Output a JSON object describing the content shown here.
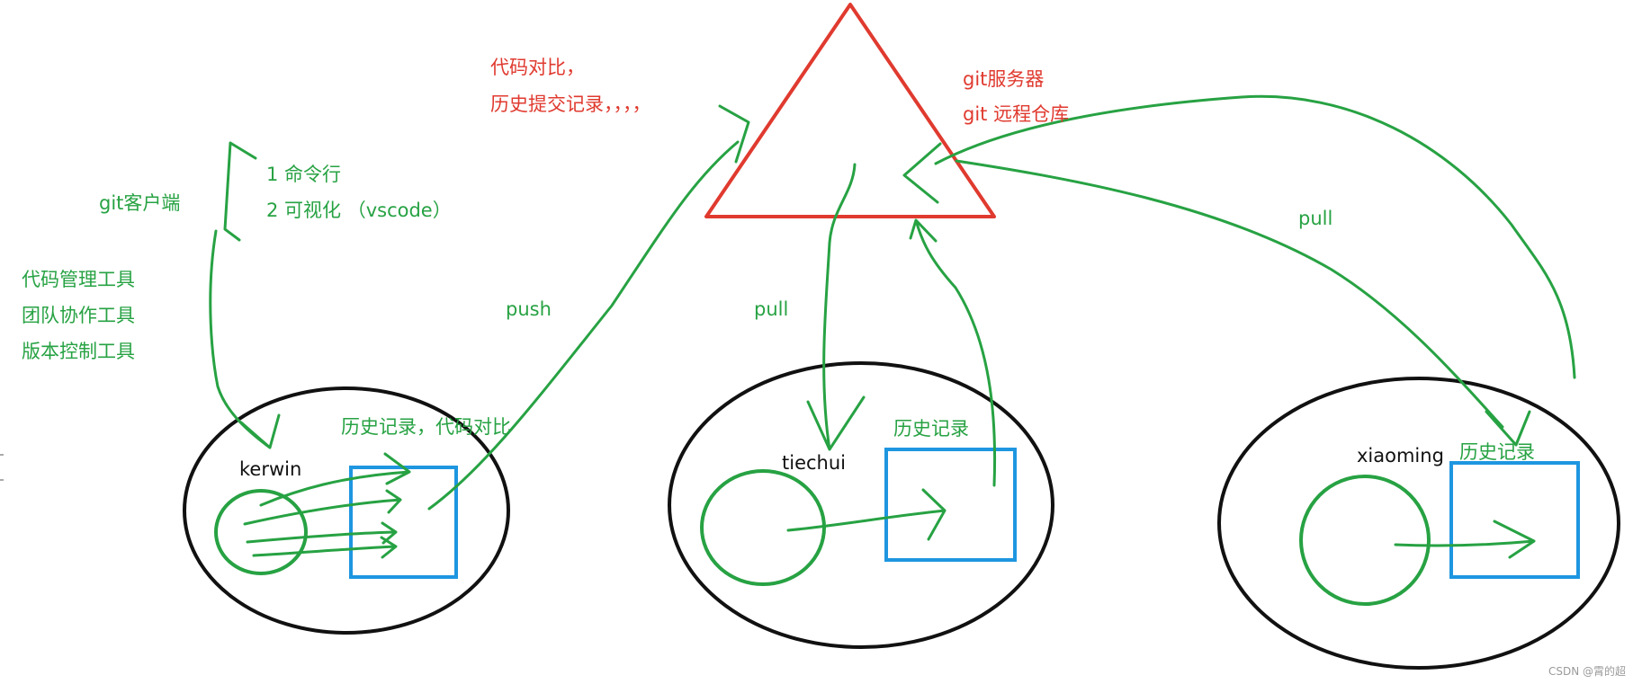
{
  "labels": {
    "code_compare": "代码对比，",
    "history_commits": "历史提交记录，，，，",
    "git_server": "git服务器",
    "git_remote_repo": "git 远程仓库",
    "git_client": "git客户端",
    "client_cli": "1 命令行",
    "client_gui": "2 可视化 （vscode）",
    "tool_code_mgmt": "代码管理工具",
    "tool_team": "团队协作工具",
    "tool_version": "版本控制工具",
    "push": "push",
    "pull_center": "pull",
    "pull_right": "pull",
    "kerwin_note": "历史记录，代码对比",
    "kerwin": "kerwin",
    "tiechui": "tiechui",
    "tiechui_note": "历史记录",
    "xiaoming": "xiaoming",
    "xiaoming_note": "历史记录"
  },
  "watermark": "CSDN @霄的超",
  "colors": {
    "green": "#27a243",
    "red": "#e03a2f",
    "blue": "#1e96e0",
    "black": "#111111"
  }
}
